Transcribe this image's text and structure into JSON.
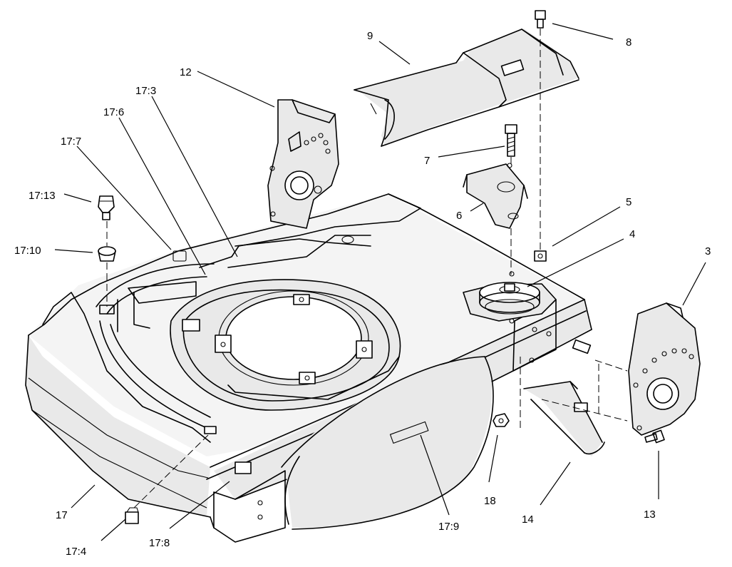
{
  "callouts": {
    "c3": "3",
    "c4": "4",
    "c5": "5",
    "c6": "6",
    "c7": "7",
    "c8": "8",
    "c9": "9",
    "c12": "12",
    "c13": "13",
    "c14": "14",
    "c17": "17",
    "c18": "18",
    "c17_3": "17:3",
    "c17_4": "17:4",
    "c17_6": "17:6",
    "c17_7": "17:7",
    "c17_8": "17:8",
    "c17_9": "17:9",
    "c17_10": "17:10",
    "c17_13": "17:13"
  },
  "colors": {
    "line": "#000000",
    "background": "#ffffff",
    "shading": "#e9e9e9"
  }
}
